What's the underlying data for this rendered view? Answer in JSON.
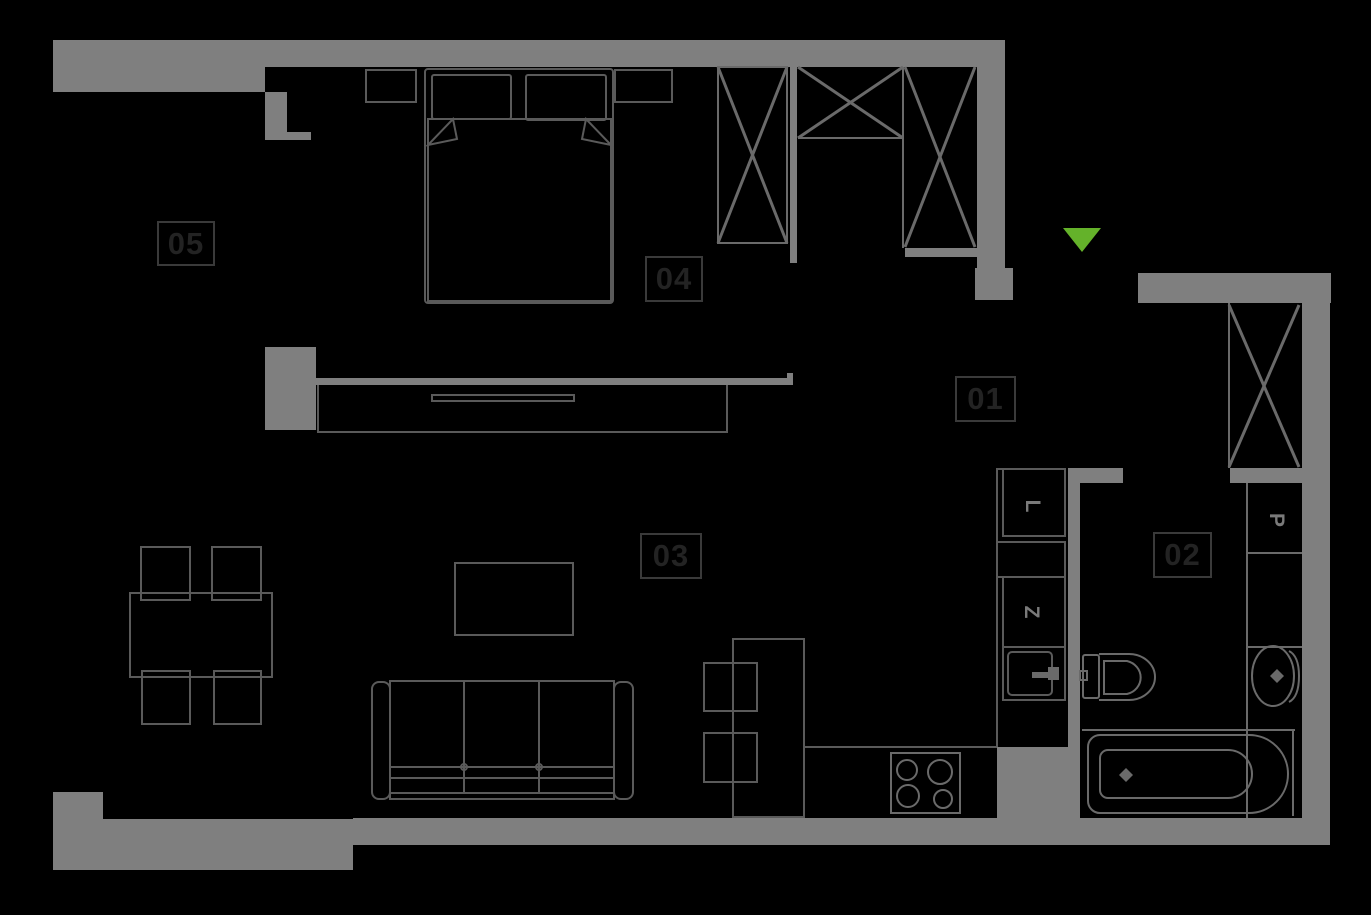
{
  "plan_colors": {
    "background": "#000000",
    "wall": "#7f7f7f",
    "furniture_line": "#5a5a5a",
    "fixture_line": "#6a6a6a",
    "label_text": "#232323",
    "label_border": "#3a3a3a",
    "entrance_green": "#64b22a"
  },
  "room_labels": [
    {
      "id": "room-01",
      "label": "01"
    },
    {
      "id": "room-02",
      "label": "02"
    },
    {
      "id": "room-03",
      "label": "03"
    },
    {
      "id": "room-04",
      "label": "04"
    },
    {
      "id": "room-05",
      "label": "05"
    }
  ],
  "kitchen_labels": {
    "fridge": "L",
    "sink": "Z"
  },
  "bathroom_labels": {
    "washing_machine": "P"
  }
}
